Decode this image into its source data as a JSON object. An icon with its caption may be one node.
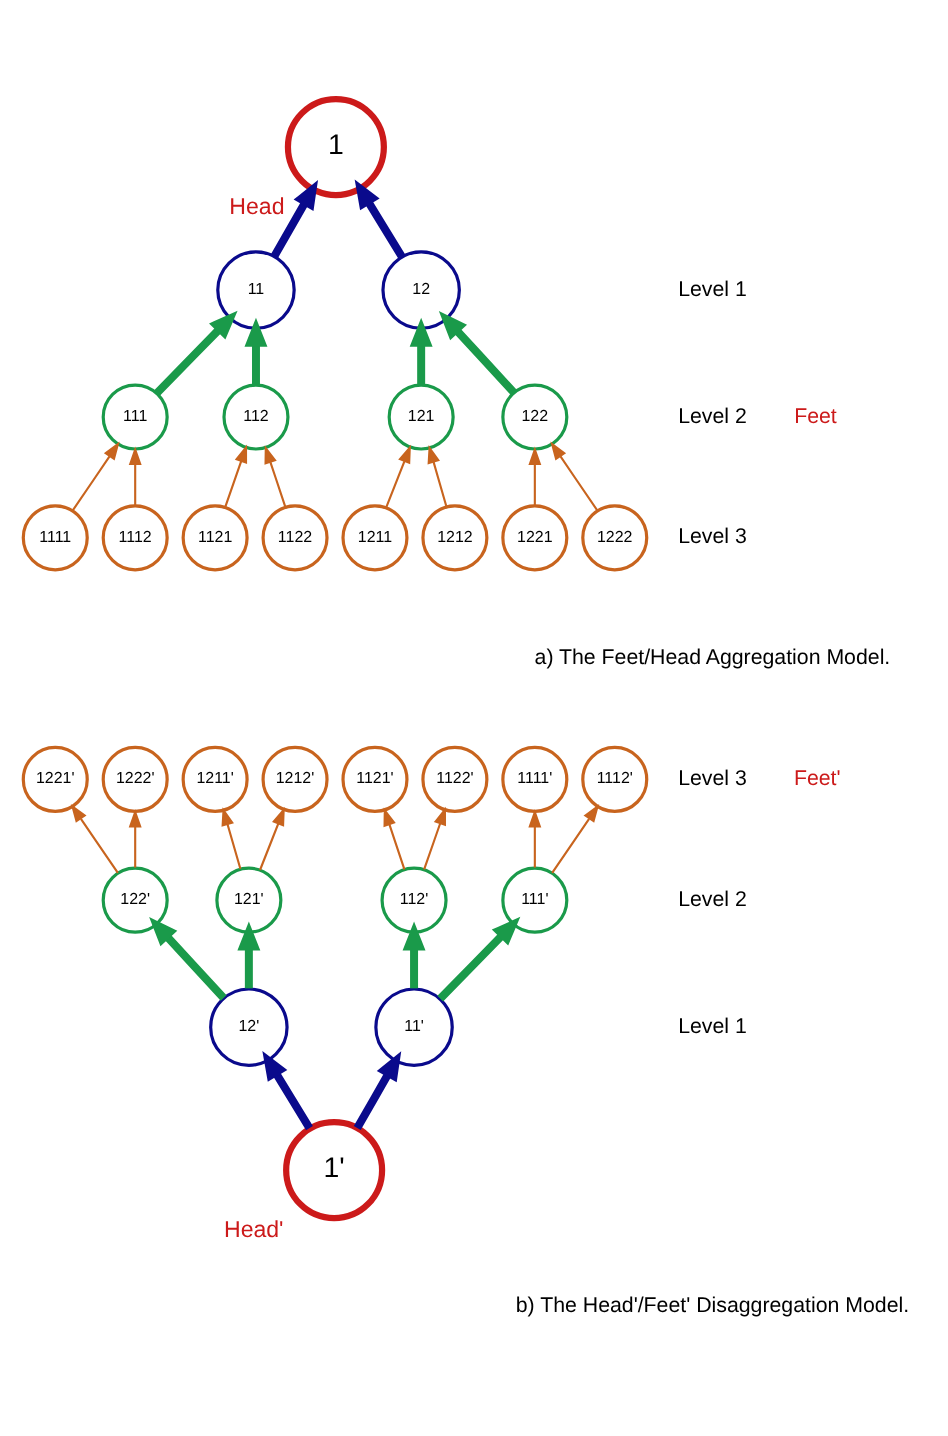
{
  "diagram": {
    "nodes": [
      {
        "text": [
          "1"
        ],
        "beside": [
          "Head"
        ]
      },
      {
        "text": [
          "11"
        ]
      },
      {
        "text": [
          "12"
        ]
      },
      {
        "text": [
          "111"
        ]
      },
      {
        "text": [
          "112"
        ]
      },
      {
        "text": [
          "121"
        ]
      },
      {
        "text": [
          "122"
        ]
      },
      {
        "text": [
          "1111"
        ]
      },
      {
        "text": [
          "1112"
        ]
      },
      {
        "text": [
          "1121"
        ]
      },
      {
        "text": [
          "1122"
        ]
      },
      {
        "text": [
          "1211"
        ]
      },
      {
        "text": [
          "1212"
        ]
      },
      {
        "text": [
          "1221"
        ]
      },
      {
        "text": [
          "1222"
        ]
      },
      {
        "text": [
          "1221'"
        ]
      },
      {
        "text": [
          "1222'"
        ]
      },
      {
        "text": [
          "1211'"
        ]
      },
      {
        "text": [
          "1212'"
        ]
      },
      {
        "text": [
          "1121'"
        ]
      },
      {
        "text": [
          "1122'"
        ]
      },
      {
        "text": [
          "1111'"
        ]
      },
      {
        "text": [
          "1112'"
        ]
      },
      {
        "text": [
          "122'"
        ]
      },
      {
        "text": [
          "121'"
        ]
      },
      {
        "text": [
          "112'"
        ]
      },
      {
        "text": [
          "111'"
        ]
      },
      {
        "text": [
          "12'"
        ]
      },
      {
        "text": [
          "11'"
        ]
      },
      {
        "text": [
          "1'"
        ],
        "beside": [
          "Head'"
        ]
      }
    ],
    "edges": [
      {
        "from": 1,
        "to": 0,
        "arrow": "to",
        "style": "thick",
        "color": "#0a0a8c"
      },
      {
        "from": 2,
        "to": 0,
        "arrow": "to",
        "style": "thick",
        "color": "#0a0a8c"
      },
      {
        "from": 3,
        "to": 1,
        "arrow": "to",
        "style": "thick",
        "color": "#1a9a4a"
      },
      {
        "from": 4,
        "to": 1,
        "arrow": "to",
        "style": "thick",
        "color": "#1a9a4a"
      },
      {
        "from": 5,
        "to": 2,
        "arrow": "to",
        "style": "thick",
        "color": "#1a9a4a"
      },
      {
        "from": 6,
        "to": 2,
        "arrow": "to",
        "style": "thick",
        "color": "#1a9a4a"
      },
      {
        "from": 7,
        "to": 3,
        "arrow": "to"
      },
      {
        "from": 8,
        "to": 3,
        "arrow": "to"
      },
      {
        "from": 9,
        "to": 4,
        "arrow": "to"
      },
      {
        "from": 10,
        "to": 4,
        "arrow": "to"
      },
      {
        "from": 11,
        "to": 5,
        "arrow": "to"
      },
      {
        "from": 12,
        "to": 5,
        "arrow": "to"
      },
      {
        "from": 13,
        "to": 6,
        "arrow": "to"
      },
      {
        "from": 14,
        "to": 6,
        "arrow": "to"
      },
      {
        "from": 29,
        "to": 27,
        "arrow": "to",
        "style": "thick",
        "color": "#0a0a8c"
      },
      {
        "from": 29,
        "to": 28,
        "arrow": "to",
        "style": "thick",
        "color": "#0a0a8c"
      },
      {
        "from": 27,
        "to": 23,
        "arrow": "to",
        "style": "thick",
        "color": "#1a9a4a"
      },
      {
        "from": 27,
        "to": 24,
        "arrow": "to",
        "style": "thick",
        "color": "#1a9a4a"
      },
      {
        "from": 28,
        "to": 25,
        "arrow": "to",
        "style": "thick",
        "color": "#1a9a4a"
      },
      {
        "from": 28,
        "to": 26,
        "arrow": "to",
        "style": "thick",
        "color": "#1a9a4a"
      },
      {
        "from": 23,
        "to": 15,
        "arrow": "to"
      },
      {
        "from": 23,
        "to": 16,
        "arrow": "to"
      },
      {
        "from": 24,
        "to": 17,
        "arrow": "to"
      },
      {
        "from": 24,
        "to": 18,
        "arrow": "to"
      },
      {
        "from": 25,
        "to": 19,
        "arrow": "to"
      },
      {
        "from": 25,
        "to": 20,
        "arrow": "to"
      },
      {
        "from": 26,
        "to": 21,
        "arrow": "to"
      },
      {
        "from": 26,
        "to": 22,
        "arrow": "to"
      }
    ],
    "labels": [
      "Level 1",
      "Level 2",
      "Level 3",
      "Feet",
      "a) The Feet/Head Aggregation Model.",
      "Level 3",
      "Feet'",
      "Level 2",
      "Level 1",
      "b) The Head'/Feet' Disaggregation Model."
    ]
  }
}
